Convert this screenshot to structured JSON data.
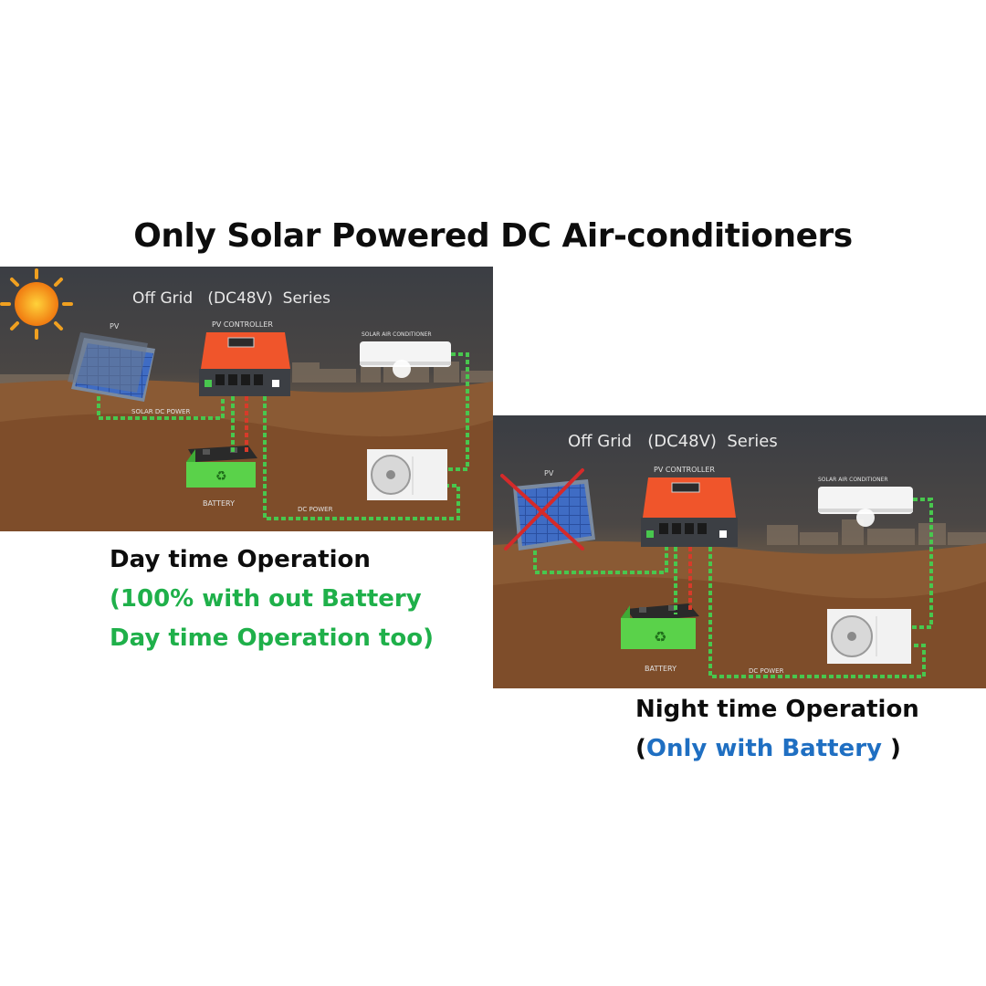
{
  "title": "Only Solar Powered DC Air-conditioners",
  "colors": {
    "green_text": "#1fb04a",
    "blue_text": "#1f6fc2",
    "controller_orange": "#f0552b",
    "cable_green": "#48c74e",
    "cable_red": "#d83a2a",
    "battery_green": "#5ad24a"
  },
  "day_panel": {
    "series_label": "Off Grid   (DC48V)  Series",
    "pv_label": "PV",
    "controller_label": "PV CONTROLLER",
    "ac_label": "SOLAR AIR CONDITIONER",
    "solar_dc_label": "SOLAR DC POWER",
    "battery_label": "BATTERY",
    "dc_power_label": "DC POWER"
  },
  "night_panel": {
    "series_label": "Off Grid   (DC48V)  Series",
    "pv_label": "PV",
    "controller_label": "PV CONTROLLER",
    "ac_label": "SOLAR AIR CONDITIONER",
    "battery_label": "BATTERY",
    "dc_power_label": "DC POWER"
  },
  "day_caption": {
    "line1": "Day time Operation",
    "line2": "(100% with out Battery",
    "line3": "Day time Operation too)"
  },
  "night_caption": {
    "line1": "Night time Operation",
    "open_paren": "(",
    "highlight": "Only with Battery",
    "close_paren": " )"
  }
}
